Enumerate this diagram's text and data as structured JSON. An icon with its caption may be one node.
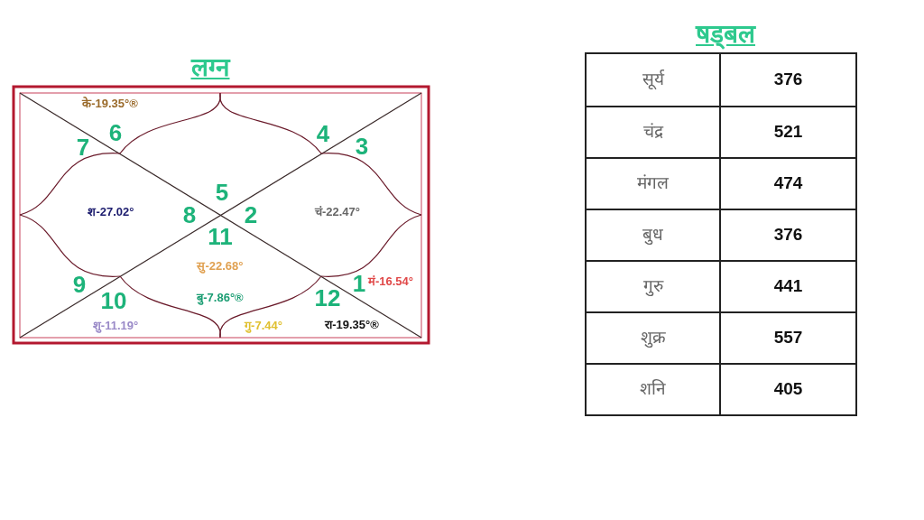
{
  "diagram": {
    "labels": [
      "लग्न",
      "षड्बल",
      "के-19.35°®",
      "7",
      "6",
      "4",
      "3",
      "5",
      "श-27.02°",
      "8",
      "2",
      "चं-22.47°",
      "11",
      "सु-22.68°",
      "9",
      "1",
      "मं-16.54°",
      "10",
      "बु-7.86°®",
      "12",
      "शु-11.19°",
      "गु-7.44°",
      "रा-19.35°®",
      "सूर्य",
      "376",
      "चंद्र",
      "521",
      "मंगल",
      "474",
      "बुध",
      "376",
      "गुरु",
      "441",
      "शुक्र",
      "557",
      "शनि",
      "405"
    ]
  }
}
